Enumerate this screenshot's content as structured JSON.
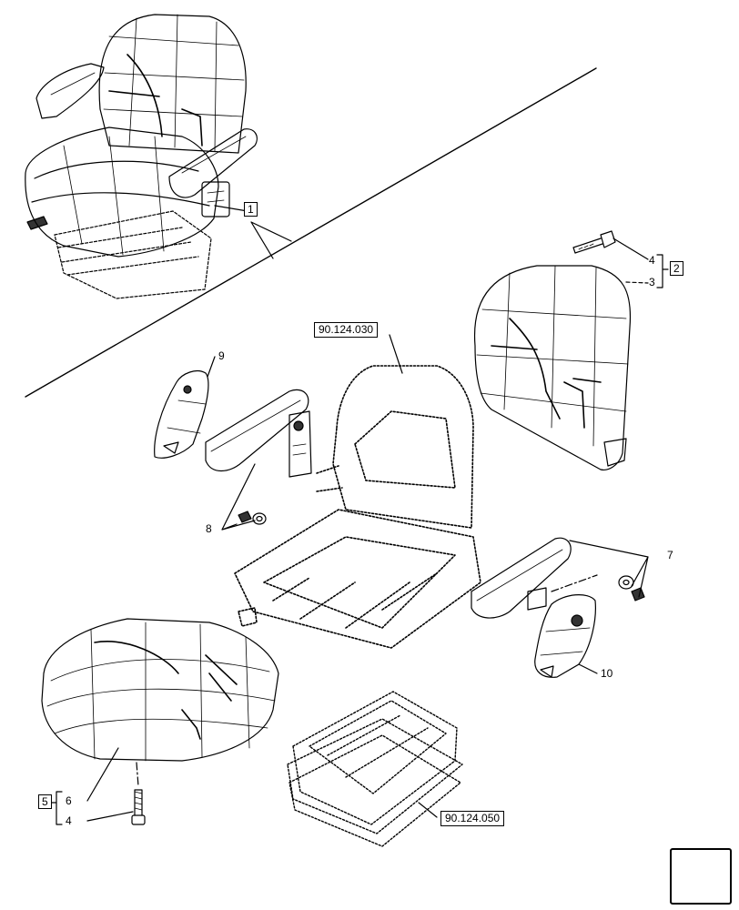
{
  "labels": {
    "item_1": "1",
    "item_2": "2",
    "item_3": "3",
    "item_4_top": "4",
    "item_4_bottom": "4",
    "item_5": "5",
    "item_6": "6",
    "item_7": "7",
    "item_8": "8",
    "item_9": "9",
    "item_10": "10"
  },
  "references": {
    "frame_ref": "90.124.030",
    "base_ref": "90.124.050"
  },
  "icons": {
    "nav": "next-page-arrow-icon"
  }
}
